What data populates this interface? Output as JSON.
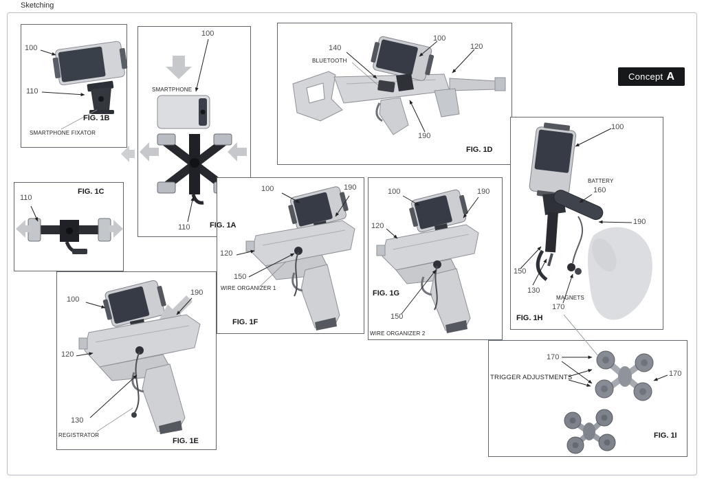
{
  "sheet": {
    "title": "Sketching"
  },
  "badge": {
    "label": "Concept",
    "letter": "A"
  },
  "panels": {
    "fig1b": {
      "caption": "FIG. 1B",
      "ref100": "100",
      "ref110": "110",
      "note_fixator": "SMARTPHONE FIXATOR"
    },
    "fig1a": {
      "caption": "FIG. 1A",
      "ref100": "100",
      "ref110": "110",
      "note_smartphone": "SMARTPHONE"
    },
    "fig1c": {
      "caption": "FIG. 1C",
      "ref110": "110"
    },
    "fig1d": {
      "caption": "FIG. 1D",
      "ref140": "140",
      "note_bluetooth": "BLUETOOTH",
      "ref100": "100",
      "ref120": "120",
      "ref190": "190"
    },
    "fig1e": {
      "caption": "FIG. 1E",
      "ref100": "100",
      "ref190": "190",
      "ref120": "120",
      "ref130": "130",
      "note_registrator": "REGISTRATOR"
    },
    "fig1f": {
      "caption": "FIG. 1F",
      "ref100": "100",
      "ref190": "190",
      "ref120": "120",
      "ref150": "150",
      "note_organizer": "WIRE ORGANIZER 1"
    },
    "fig1g": {
      "caption": "FIG. 1G",
      "ref100": "100",
      "ref120": "120",
      "ref190": "190",
      "ref150": "150",
      "note_organizer": "WIRE ORGANIZER 2"
    },
    "fig1h": {
      "caption": "FIG. 1H",
      "ref100": "100",
      "note_battery": "BATTERY",
      "ref160": "160",
      "ref190": "190",
      "ref150": "150",
      "ref130": "130",
      "note_magnets": "MAGNETS",
      "ref170": "170"
    },
    "fig1i": {
      "caption": "FIG. 1I",
      "ref170_left": "170",
      "ref170_right": "170",
      "note_trigger": "TRIGGER ADJUSTMENTS"
    }
  },
  "colors": {
    "frame_border": "#b9bec6",
    "panel_border": "#60646b",
    "badge_bg": "#17181b",
    "badge_text": "#ffffff",
    "sketch_light": "#d4d5d8",
    "sketch_dark": "#2e3138",
    "screen_dark": "#363b45",
    "arrow": "#222222",
    "soft_arrow": "#c6c8cb"
  }
}
